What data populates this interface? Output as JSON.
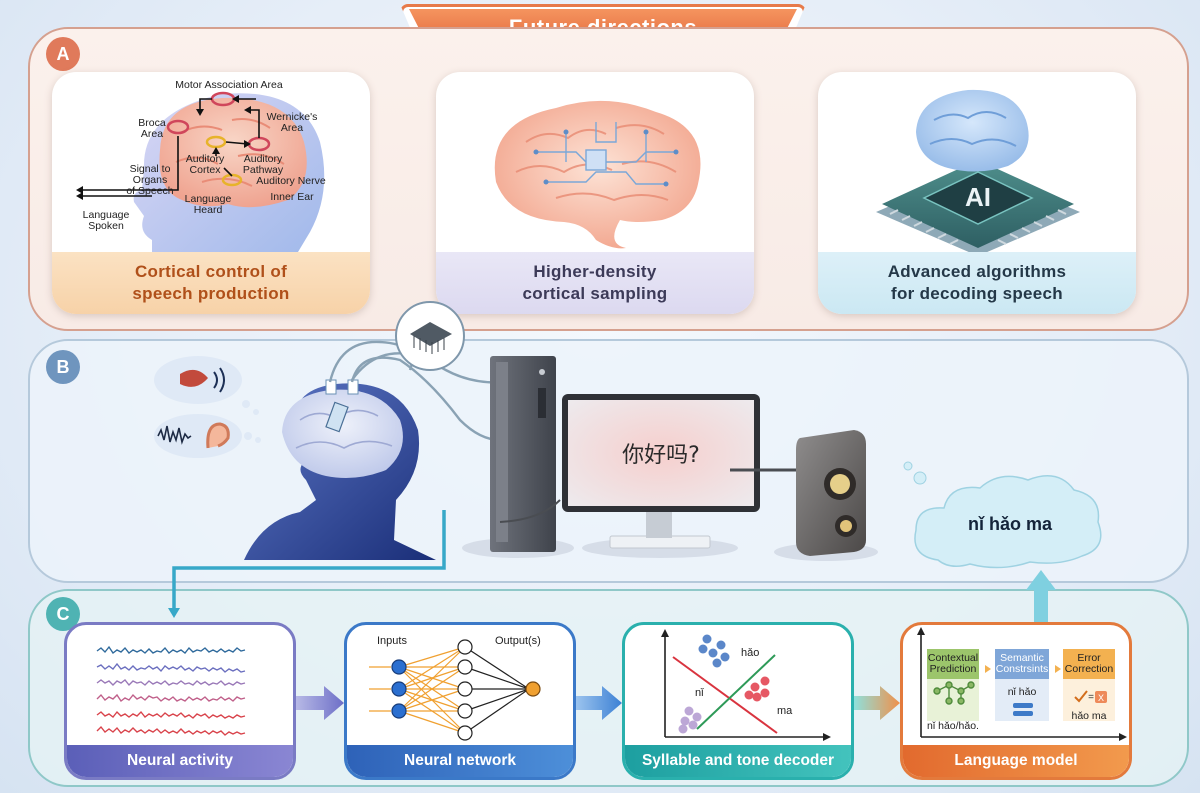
{
  "title": "Future directions",
  "panels": {
    "a": {
      "badge": "A",
      "cards": [
        {
          "caption_line1": "Cortical control of",
          "caption_line2": "speech production"
        },
        {
          "caption_line1": "Higher-density",
          "caption_line2": "cortical sampling"
        },
        {
          "caption_line1": "Advanced algorithms",
          "caption_line2": "for decoding speech"
        }
      ],
      "brain_labels": {
        "motor": "Motor Association Area",
        "broca": "Broca\nArea",
        "wernicke": "Wernicke's\nArea",
        "signal": "Signal to\nOrgans\nof Speech",
        "auditory_cortex": "Auditory\nCortex",
        "auditory_pathway": "Auditory\nPathway",
        "auditory_nerve": "Auditory Nerve",
        "language_heard": "Language\nHeard",
        "inner_ear": "Inner Ear",
        "language_spoken": "Language\nSpoken"
      },
      "chip_label": "AI"
    },
    "b": {
      "badge": "B",
      "screen_text": "你好吗?",
      "cloud_text": "nǐ hǎo ma"
    },
    "c": {
      "badge": "C",
      "cards": [
        {
          "caption": "Neural activity"
        },
        {
          "caption": "Neural network",
          "inputs_label": "Inputs",
          "outputs_label": "Output(s)"
        },
        {
          "caption": "Syllable and tone decoder",
          "labels": {
            "ni": "nǐ",
            "hao": "hǎo",
            "ma": "ma"
          }
        },
        {
          "caption": "Language model",
          "contextual": "Contextual\nPrediction",
          "semantic": "Semantic\nConstrsints",
          "error": "Error\nCorrection",
          "contextual_value": "nǐ hǎo/hǎo.",
          "semantic_value": "nǐ hǎo",
          "error_value": "hǎo ma"
        }
      ]
    }
  },
  "colors": {
    "accent_orange": "#e77a4a",
    "panel_a_border": "#d5a08f",
    "panel_b_border": "#b5c9db",
    "panel_c_border": "#8fc8c8",
    "connector_teal": "#3aa9c4"
  }
}
